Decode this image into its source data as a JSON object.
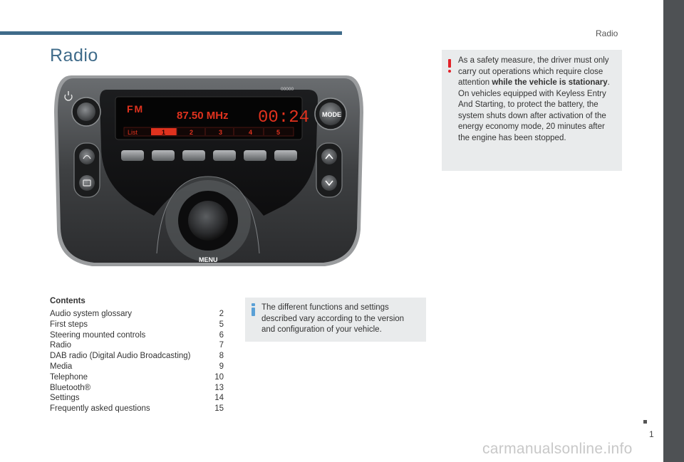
{
  "header": {
    "section_label": "Radio"
  },
  "page": {
    "title": "Radio",
    "number": "1"
  },
  "device": {
    "band": "FM",
    "frequency": "87.50 MHz",
    "clock": "00:24",
    "code": "00000",
    "list_label": "List",
    "presets": [
      "1",
      "2",
      "3",
      "4",
      "5"
    ],
    "mode_label": "MODE",
    "menu_label": "MENU"
  },
  "warning": {
    "text_1": "As a safety measure, the driver must only carry out operations which require close attention ",
    "text_bold": "while the vehicle is stationary",
    "text_2": ".",
    "text_3": "On vehicles equipped with Keyless Entry And Starting, to protect the battery, the system shuts down after activation of the energy economy mode, 20 minutes after the engine has been stopped."
  },
  "contents": {
    "title": "Contents",
    "items": [
      {
        "label": "Audio system glossary",
        "page": "2"
      },
      {
        "label": "First steps",
        "page": "5"
      },
      {
        "label": "Steering mounted controls",
        "page": "6"
      },
      {
        "label": "Radio",
        "page": "7"
      },
      {
        "label": "DAB radio (Digital Audio Broadcasting)",
        "page": "8"
      },
      {
        "label": "Media",
        "page": "9"
      },
      {
        "label": "Telephone",
        "page": "10"
      },
      {
        "label": "Bluetooth®",
        "page": "13"
      },
      {
        "label": "Settings",
        "page": "14"
      },
      {
        "label": "Frequently asked questions",
        "page": "15"
      }
    ]
  },
  "info": {
    "text": "The different functions and settings described vary according to the version and configuration of your vehicle."
  },
  "watermark": "carmanualsonline.info"
}
